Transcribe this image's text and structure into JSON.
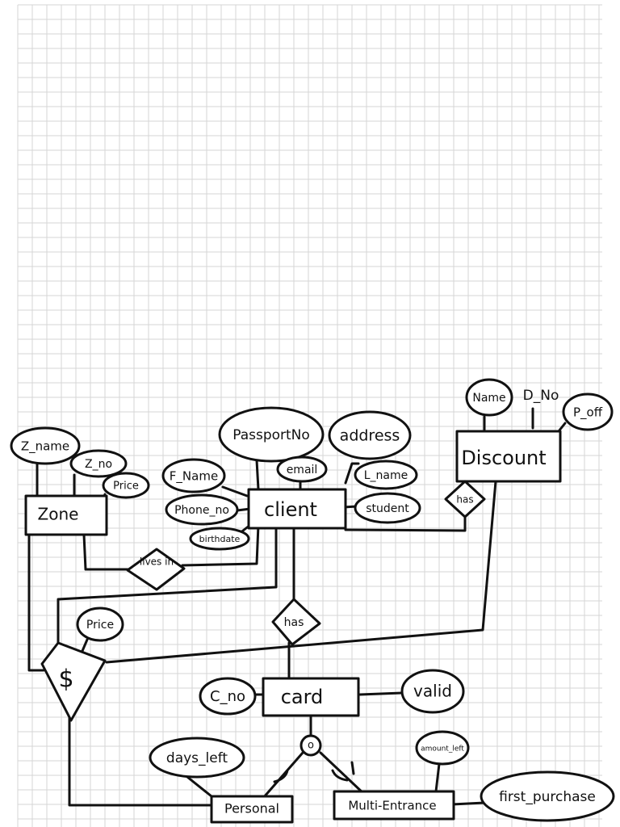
{
  "entities": {
    "zone": "Zone",
    "client": "client",
    "discount": "Discount",
    "card": "card",
    "personal": "Personal",
    "multi_entrance": "Multi-Entrance"
  },
  "attributes": {
    "z_name": "Z_name",
    "z_no": "Z_no",
    "zone_price": "Price",
    "f_name": "F_Name",
    "passport_no": "PassportNo",
    "email": "email",
    "address": "address",
    "l_name": "L_name",
    "phone_no": "Phone_no",
    "student": "student",
    "birthdate": "birthdate",
    "discount_name": "Name",
    "d_no": "D_No",
    "p_off": "P_off",
    "fee_price": "Price",
    "c_no": "C_no",
    "valid": "valid",
    "days_left": "days_left",
    "amount_left": "amount_left",
    "first_purchase": "first_purchase"
  },
  "relationships": {
    "lives_in": "lives in",
    "client_discount_has": "has",
    "client_card_has": "has",
    "fee": "$"
  },
  "specialization": {
    "symbol": "o"
  },
  "colors": {
    "ink": "#111111",
    "grid": "#d6d6d6",
    "paper": "#ffffff"
  }
}
